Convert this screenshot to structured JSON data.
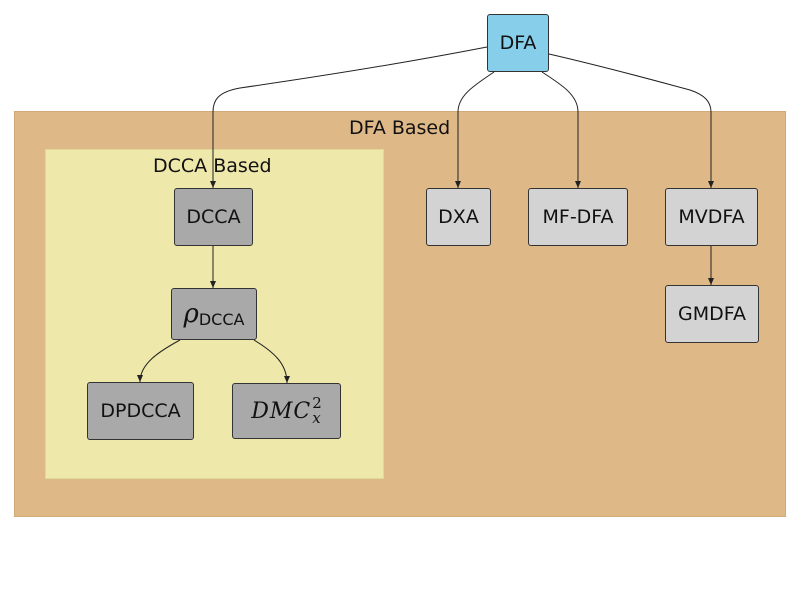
{
  "diagram": {
    "regions": {
      "dfa_based": {
        "label": "DFA Based"
      },
      "dcca_based": {
        "label": "DCCA Based"
      }
    },
    "nodes": {
      "dfa": {
        "label": "DFA"
      },
      "dcca": {
        "label": "DCCA"
      },
      "rho_dcca": {
        "symbol": "ρ",
        "subscript": "DCCA"
      },
      "dpdcca": {
        "label": "DPDCCA"
      },
      "dmc": {
        "base": "DMC",
        "superscript": "2",
        "subscript": "x"
      },
      "dxa": {
        "label": "DXA"
      },
      "mf_dfa": {
        "label": "MF-DFA"
      },
      "mvdfa": {
        "label": "MVDFA"
      },
      "gmdfa": {
        "label": "GMDFA"
      }
    },
    "colors": {
      "root_fill": "#87ceeb",
      "dcca_family_fill": "#a9a9a9",
      "dfa_family_fill": "#d3d3d3",
      "dfa_region": "#deb887",
      "dcca_region": "#eee8aa"
    }
  }
}
